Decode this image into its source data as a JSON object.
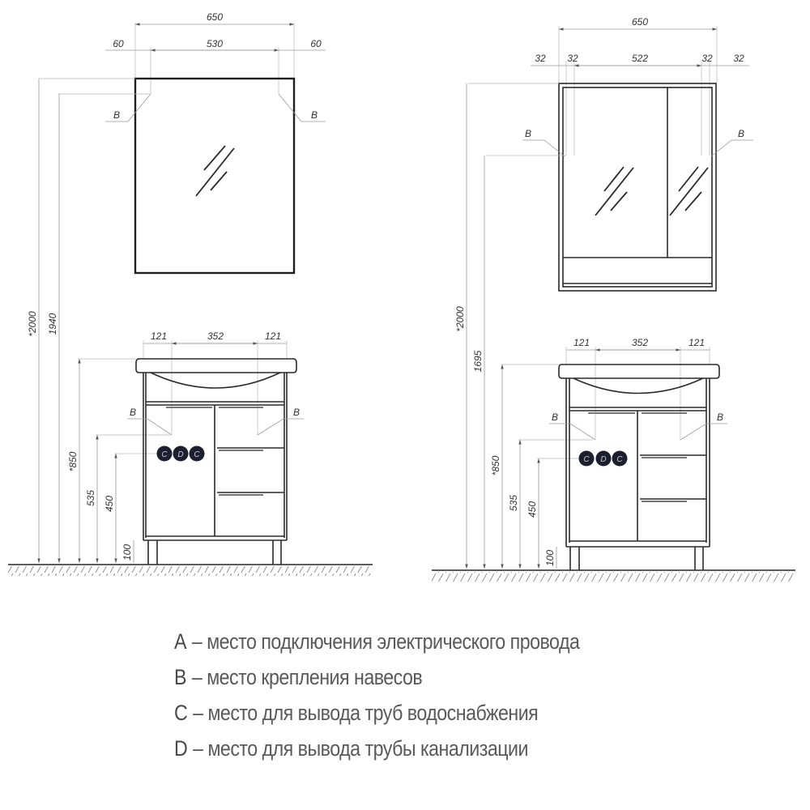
{
  "drawing_left": {
    "title": "Mirror 650 with vanity unit",
    "mirror": {
      "width_total": "650",
      "offset_left": "60",
      "inner_span": "530",
      "offset_right": "60",
      "hanger_label_left": "B",
      "hanger_label_right": "B"
    },
    "vanity": {
      "left_offset": "121",
      "center_span": "352",
      "right_offset": "121",
      "hanger_label_left": "B",
      "hanger_label_right": "B",
      "connections": [
        "C",
        "D",
        "C"
      ]
    },
    "heights": {
      "total": "*2000",
      "mirror_mount": "1940",
      "basin_top": "*850",
      "hanger_line": "535",
      "connections": "450",
      "legs": "100"
    }
  },
  "drawing_right": {
    "title": "Mirror cabinet 650 with vanity unit",
    "cabinet": {
      "width_total": "650",
      "dims_top": [
        "32",
        "32",
        "522",
        "32",
        "32"
      ],
      "hanger_label_left": "B",
      "hanger_label_right": "B"
    },
    "vanity": {
      "left_offset": "121",
      "center_span": "352",
      "right_offset": "121",
      "hanger_label_left": "B",
      "hanger_label_right": "B",
      "connections": [
        "C",
        "D",
        "C"
      ]
    },
    "heights": {
      "total": "*2000",
      "mirror_mount": "1695",
      "basin_top": "*850",
      "hanger_line": "535",
      "connections": "450",
      "legs": "100"
    }
  },
  "legend": [
    {
      "key": "A",
      "text": "– место подключения электрического провода"
    },
    {
      "key": "B",
      "text": "– место крепления навесов"
    },
    {
      "key": "C",
      "text": "– место для вывода труб водоснабжения"
    },
    {
      "key": "D",
      "text": "– место для вывода трубы канализации"
    }
  ],
  "colors": {
    "line": "#1e1e1e",
    "dim": "#9a9a9a",
    "connection_fill": "#1c1f2e",
    "legend_text": "#5a5a5a"
  }
}
